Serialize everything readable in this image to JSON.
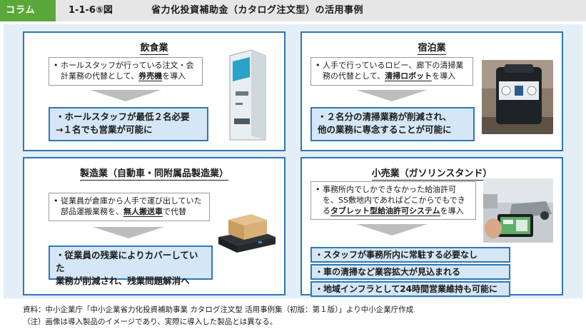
{
  "header": {
    "tag": "コラム",
    "figure": "1-1-6⑤図",
    "title": "省力化投資補助金（カタログ注文型）の活用事例"
  },
  "panels": {
    "food": {
      "title": "飲食業",
      "bullet_pre": "ホールスタッフが行っている注文・会計業務の代替として、",
      "bullet_bold": "券売機",
      "bullet_post": "を導入",
      "result_line1": "・ホールスタッフが最低２名必要",
      "result_line2": "→１名でも営業が可能に",
      "illustration": "ticket-vending-machine-icon"
    },
    "lodging": {
      "title": "宿泊業",
      "bullet_pre": "人手で行っているロビー、廊下の清掃業務の代替として、",
      "bullet_bold": "清掃ロボット",
      "bullet_post": "を導入",
      "result_line1": "・２名分の清掃業務が削減され、",
      "result_line2": "他の業務に専念することが可能に",
      "illustration": "cleaning-robot-photo"
    },
    "manufacturing": {
      "title": "製造業（自動車・同附属品製造業）",
      "bullet_pre": "従業員が倉庫から人手で運び出していた部品運搬業務を、",
      "bullet_bold": "無人搬送車",
      "bullet_post": "で代替",
      "result_line1": "・従業員の残業によりカバーしていた",
      "result_line2": "業務が削減され、残業問題解消へ",
      "illustration": "automated-guided-vehicle-icon"
    },
    "retail": {
      "title": "小売業（ガソリンスタンド）",
      "bullet_pre": "事務所内でしかできなかった給油許可を、SS敷地内であればどこからでもできる",
      "bullet_bold": "タブレット型給油許可システム",
      "bullet_post": "を導入",
      "results": [
        "・スタッフが事務所内に常駐する必要なし",
        "・車の清掃など業容拡大が見込まれる",
        "・地域インフラとして24時間営業維持も可能に"
      ],
      "illustration": "tablet-refuel-photo"
    }
  },
  "footer": {
    "source": "資料：中小企業庁「中小企業省力化投資補助事業 カタログ注文型 活用事例集（初版：第１版）」より中小企業庁作成",
    "note": "（注）画像は導入製品のイメージであり、実際に導入した製品とは異なる。"
  },
  "colors": {
    "tag_green": "#5aa83a",
    "panel_border": "#2e77b6",
    "result_fill": "#d5e7f6",
    "background_panel": "#e4eef7"
  }
}
